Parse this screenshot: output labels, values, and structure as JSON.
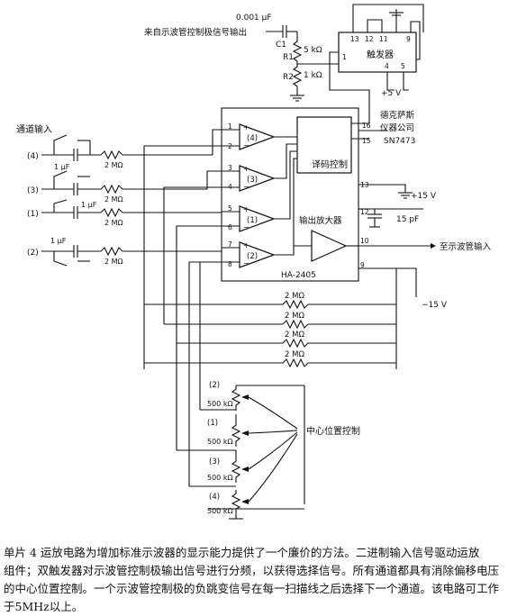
{
  "labels": {
    "cap_value_top": "0.001 μF",
    "source_signal": "来自示波管控制极信号输出",
    "c1": "C1",
    "r1": "R1",
    "r1_value": "5 kΩ",
    "r2": "R2",
    "r2_value": "1 kΩ",
    "flipflop": "触发器",
    "flipflop_vcc": "+5 V",
    "maker": [
      "德克萨斯",
      "仪器公司",
      "SN7473"
    ],
    "channel_input": "通道输入",
    "decoder": "译码控制",
    "output_amp": "输出放大器",
    "ic": "HA-2405",
    "to_scope": "至示波管输入",
    "vpos": "+15 V",
    "vneg": "−15 V",
    "cap_15pf": "15 pF",
    "center_control": "中心位置控制",
    "pot_value": "500 kΩ",
    "feedback_res": "2 MΩ",
    "input_res": "2 MΩ",
    "input_cap": "1 μF"
  },
  "flipflop_pins": [
    "13",
    "12",
    "11",
    "9",
    "1",
    "4",
    "5"
  ],
  "channels": [
    {
      "label": "(4)",
      "op": "(4)",
      "pin_plus": "1",
      "pin_minus": "2"
    },
    {
      "label": "(3)",
      "op": "(3)",
      "pin_plus": "3",
      "pin_minus": "4"
    },
    {
      "label": "(1)",
      "op": "(1)",
      "pin_plus": "5",
      "pin_minus": "6"
    },
    {
      "label": "(2)",
      "op": "(2)",
      "pin_plus": "7",
      "pin_minus": "8"
    }
  ],
  "right_pins": [
    "16",
    "15",
    "13",
    "12",
    "10",
    "9"
  ],
  "pots": [
    "(2)",
    "(1)",
    "(3)",
    "(4)"
  ],
  "caption": [
    "单片 4 运放电路为增加标准示波器的显示能力提供了一个廉价的方法。二进制输入信号驱动运放",
    "组件；双触发器对示波管控制极输出信号进行分频，以获得选择信号。所有通道都具有消除偏移电压",
    "的中心位置控制。一个示波管控制极的负跳变信号在每一扫描线之后选择下一个通道。该电路可工作",
    "于5MHz以上。"
  ]
}
